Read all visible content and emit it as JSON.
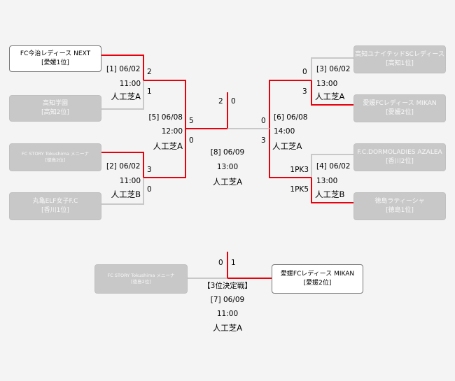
{
  "colors": {
    "winner_line": "#e8000d",
    "loser_line": "#c8c8c8",
    "winner_box": "#ffffff",
    "loser_box": "#c8c8c8"
  },
  "teams": {
    "t1": {
      "name": "FC今治レディース NEXT",
      "seed": "[愛媛1位]"
    },
    "t2": {
      "name": "高知学園",
      "seed": "[高知2位]"
    },
    "t3": {
      "name": "FC STORY Tokushima メニーナ",
      "seed": "[徳島2位]"
    },
    "t4": {
      "name": "丸亀ELF女子F.C",
      "seed": "[香川1位]"
    },
    "t5": {
      "name": "高知ユナイテッドSCレディース",
      "seed": "[高知1位]"
    },
    "t6": {
      "name": "愛媛FCレディース MIKAN",
      "seed": "[愛媛2位]"
    },
    "t7": {
      "name": "F.C.DORMOLADIES AZALEA",
      "seed": "[香川2位]"
    },
    "t8": {
      "name": "徳島ラティーシャ",
      "seed": "[徳島1位]"
    },
    "t9": {
      "name": "FC STORY Tokushima メニーナ",
      "seed": "[徳島2位]"
    },
    "t10": {
      "name": "愛媛FCレディース MIKAN",
      "seed": "[愛媛2位]"
    }
  },
  "matches": {
    "m1": {
      "date": "[1] 06/02",
      "time": "11:00",
      "venue": "人工芝A",
      "score_a": "2",
      "score_b": "1"
    },
    "m2": {
      "date": "[2] 06/02",
      "time": "11:00",
      "venue": "人工芝B",
      "score_a": "3",
      "score_b": "0"
    },
    "m3": {
      "date": "[3] 06/02",
      "time": "13:00",
      "venue": "人工芝A",
      "score_a": "0",
      "score_b": "3"
    },
    "m4": {
      "date": "[4] 06/02",
      "time": "13:00",
      "venue": "人工芝B",
      "score_a": "1PK3",
      "score_b": "1PK5"
    },
    "m5": {
      "date": "[5] 06/08",
      "time": "12:00",
      "venue": "人工芝A",
      "score_a": "5",
      "score_b": "0"
    },
    "m6": {
      "date": "[6] 06/08",
      "time": "14:00",
      "venue": "人工芝A",
      "score_a": "0",
      "score_b": "3"
    },
    "m8": {
      "date": "[8] 06/09",
      "time": "13:00",
      "venue": "人工芝A",
      "score_a": "2",
      "score_b": "0"
    },
    "m7": {
      "title": "【3位決定戦】",
      "date": "[7] 06/09",
      "time": "11:00",
      "venue": "人工芝A",
      "score_a": "0",
      "score_b": "1"
    }
  }
}
